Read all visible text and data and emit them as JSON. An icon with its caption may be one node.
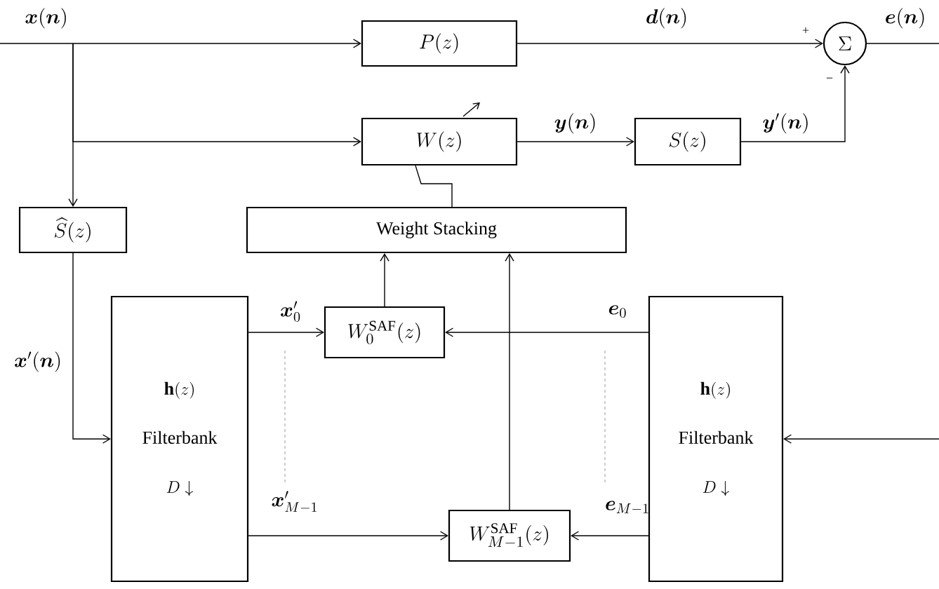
{
  "diagram": {
    "nodes": [
      {
        "text": [
          "P(z)"
        ]
      },
      {
        "text": [
          "\\Sigma"
        ]
      },
      {
        "text": [
          "W(z)"
        ]
      },
      {
        "text": [
          "S(z)"
        ]
      },
      {
        "text": [
          "\\widehat{S}(z)"
        ]
      },
      {
        "text": [
          "Weight Stacking"
        ]
      },
      {
        "text": [
          "\\mathbf{h}(z)",
          "Filterbank",
          "D\\downarrow"
        ]
      },
      {
        "text": [
          "W_0^{\\mathrm{SAF}}(z)"
        ]
      },
      {
        "text": [
          "W_{M-1}^{\\mathrm{SAF}}(z)"
        ]
      },
      {
        "text": [
          "\\mathbf{h}(z)",
          "Filterbank",
          "D\\downarrow"
        ]
      }
    ],
    "edges": [
      {
        "from": null,
        "to": 0,
        "arrow": "to",
        "label": "\\boldsymbol{x}(\\boldsymbol{n})"
      },
      {
        "from": null,
        "to": 2,
        "arrow": "to"
      },
      {
        "from": null,
        "to": 4,
        "arrow": "to"
      },
      {
        "from": 0,
        "to": 1,
        "arrow": "to",
        "label": "\\boldsymbol{d}(\\boldsymbol{n})"
      },
      {
        "from": 2,
        "to": 3,
        "arrow": "to",
        "label": "\\boldsymbol{y}(\\boldsymbol{n})"
      },
      {
        "from": 3,
        "to": 1,
        "arrow": "to",
        "label": "\\boldsymbol{y}'(\\boldsymbol{n})"
      },
      {
        "from": 1,
        "to": null,
        "arrow": "none",
        "label": "\\boldsymbol{e}(\\boldsymbol{n})"
      },
      {
        "from": 4,
        "to": 6,
        "arrow": "to",
        "label": "\\boldsymbol{x}'(\\boldsymbol{n})"
      },
      {
        "from": 6,
        "to": 7,
        "arrow": "to",
        "label": "\\boldsymbol{x}'_0"
      },
      {
        "from": 6,
        "to": 8,
        "arrow": "to",
        "label": "\\boldsymbol{x}'_{M-1}"
      },
      {
        "from": 9,
        "to": 7,
        "arrow": "to",
        "label": "\\boldsymbol{e}_0"
      },
      {
        "from": 9,
        "to": 8,
        "arrow": "to",
        "label": "\\boldsymbol{e}_{M-1}"
      },
      {
        "from": 7,
        "to": 5,
        "arrow": "to"
      },
      {
        "from": 8,
        "to": 5,
        "arrow": "to"
      },
      {
        "from": 5,
        "to": 2,
        "arrow": "none"
      },
      {
        "from": null,
        "to": 9,
        "arrow": "to"
      }
    ],
    "labels": [
      "+",
      "−"
    ]
  }
}
